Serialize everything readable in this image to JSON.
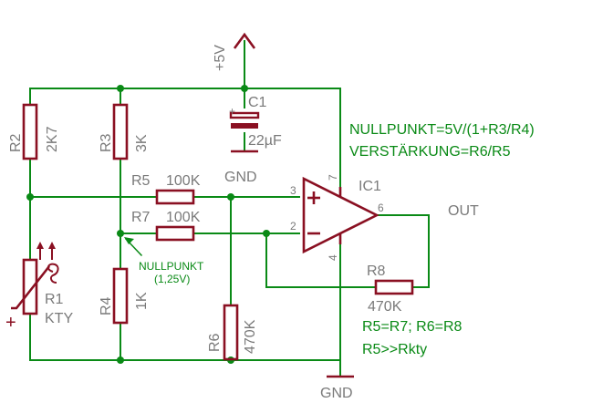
{
  "supply": {
    "vcc": "+5V",
    "gnd_top": "GND",
    "gnd_bottom": "GND"
  },
  "components": {
    "R1": {
      "name": "R1",
      "value": "KTY"
    },
    "R2": {
      "name": "R2",
      "value": "2K7"
    },
    "R3": {
      "name": "R3",
      "value": "3K"
    },
    "R4": {
      "name": "R4",
      "value": "1K"
    },
    "R5": {
      "name": "R5",
      "value": "100K"
    },
    "R6": {
      "name": "R6",
      "value": "470K"
    },
    "R7": {
      "name": "R7",
      "value": "100K"
    },
    "R8": {
      "name": "R8",
      "value": "470K"
    },
    "C1": {
      "name": "C1",
      "value": "22µF"
    },
    "IC1": {
      "name": "IC1",
      "pin_plus": "3",
      "pin_minus": "2",
      "pin_out": "6",
      "pin_vcc": "7",
      "pin_gnd": "4"
    }
  },
  "output_label": "OUT",
  "nullpunkt_marker": {
    "line1": "NULLPUNKT",
    "line2": "(1,25V)"
  },
  "notes": {
    "formula_null": "NULLPUNKT=5V/(1+R3/R4)",
    "formula_gain": "VERSTÄRKUNG=R6/R5",
    "equal_resistors": "R5=R7; R6=R8",
    "condition": "R5>>Rkty"
  }
}
